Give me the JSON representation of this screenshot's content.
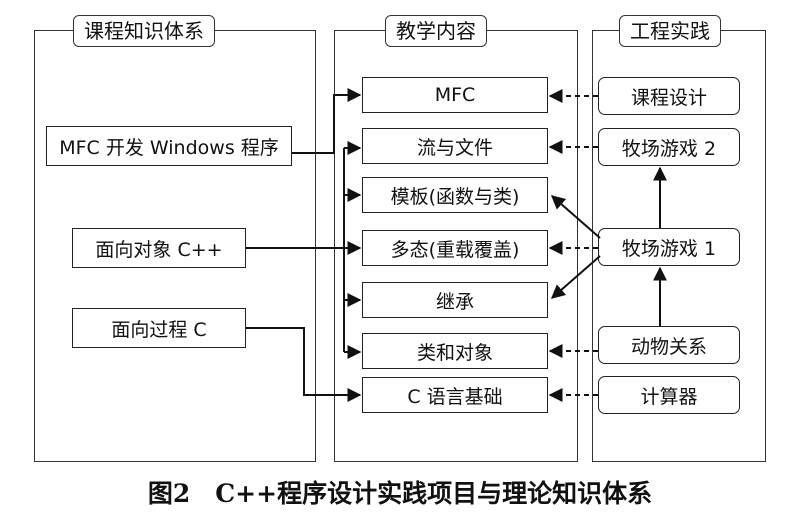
{
  "panels": {
    "knowledge": "课程知识体系",
    "teaching": "教学内容",
    "practice": "工程实践"
  },
  "knowledge_items": {
    "mfc_dev": "MFC 开发 Windows 程序",
    "oop": "面向对象 C++",
    "procedural": "面向过程 C"
  },
  "teaching_items": {
    "mfc": "MFC",
    "streams": "流与文件",
    "templates": "模板(函数与类)",
    "polymorphism": "多态(重载覆盖)",
    "inheritance": "继承",
    "classes": "类和对象",
    "c_basics": "C 语言基础"
  },
  "practice_items": {
    "course_design": "课程设计",
    "ranch_game2": "牧场游戏 2",
    "ranch_game1": "牧场游戏 1",
    "animal_relation": "动物关系",
    "calculator": "计算器"
  },
  "caption": "图2　C++程序设计实践项目与理论知识体系"
}
